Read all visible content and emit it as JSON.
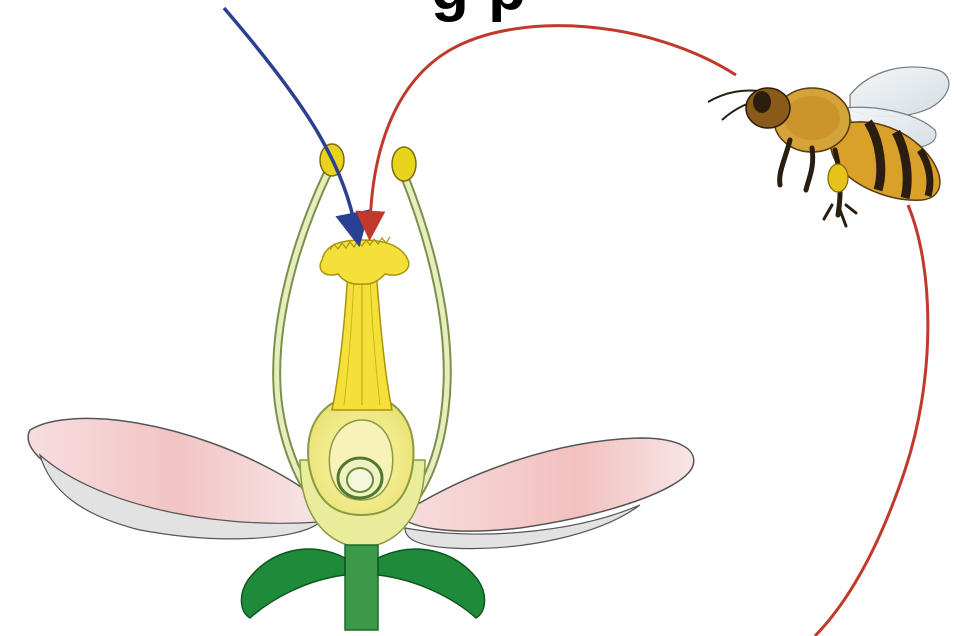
{
  "title_fragment": "g                                          p",
  "colors": {
    "self_pollination_arrow": "#2b3f93",
    "cross_pollination_arrow": "#c0392b",
    "petal": "#f4cfcf",
    "petal_shadow": "#d9d9d9",
    "pistil": "#f5e23c",
    "stamen_filament": "#d8e6a8",
    "anther": "#e6d21a",
    "sepal": "#1f8a3a",
    "bee_body": "#d9a02a",
    "bee_stripe": "#2b1d10",
    "bee_wing": "#e8eef2"
  },
  "icons": [
    "flower-diagram",
    "bee-icon",
    "self-pollination-arrow",
    "cross-pollination-arrow"
  ]
}
